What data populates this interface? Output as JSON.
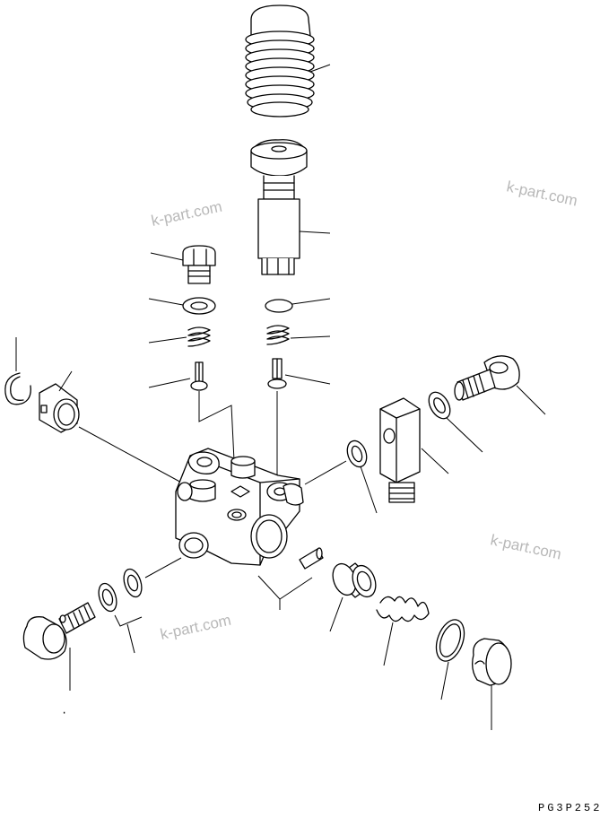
{
  "watermark": "k-part.com",
  "drawing_code": "PG3P252",
  "parts": [
    "boot-bellows",
    "priming-pump-knob",
    "pump-rod",
    "plug-bolt",
    "gasket-left",
    "spring-left",
    "valve-left",
    "gasket-right",
    "spring-right",
    "valve-right",
    "snap-ring",
    "valve-seat-sleeve",
    "pump-body",
    "banjo-bolt-right",
    "washer-right",
    "bracket-connector",
    "gasket-side",
    "banjo-bolt-left",
    "washer-left-1",
    "washer-left-2",
    "pin",
    "bushing",
    "spring-bottom",
    "gasket-bottom",
    "cap-plug"
  ]
}
